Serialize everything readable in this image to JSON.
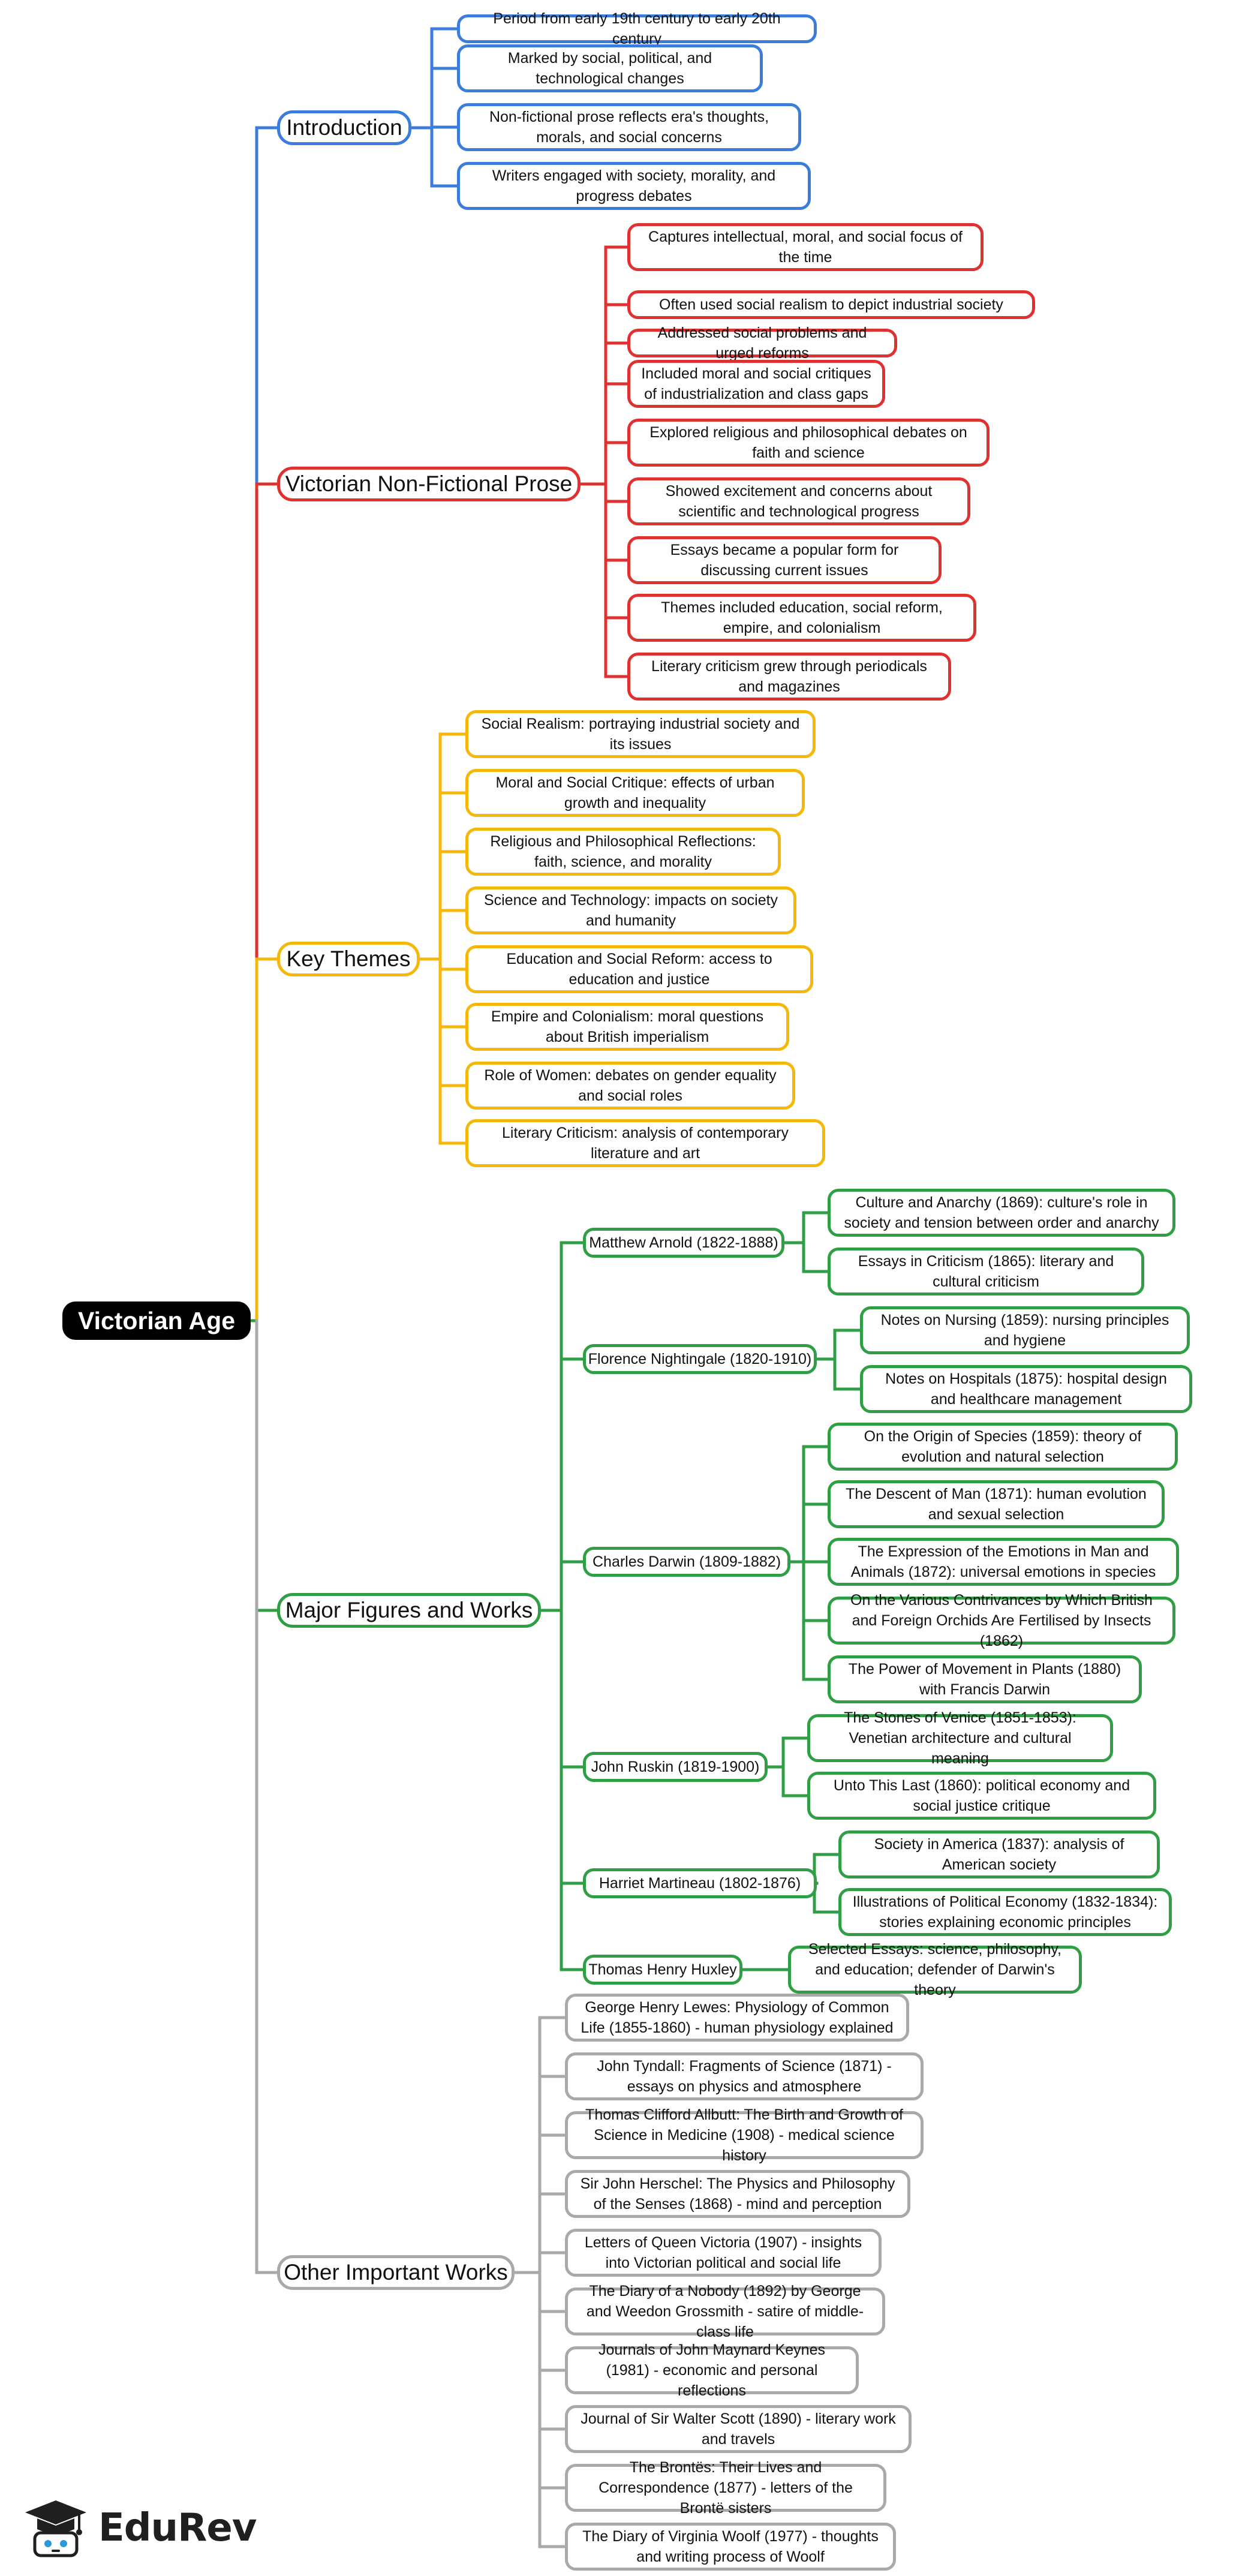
{
  "root": "Victorian Age",
  "colors": {
    "blue": "#3b7ddd",
    "red": "#e03131",
    "yellow": "#f5b70a",
    "green": "#2f9e44",
    "gray": "#a9a9a9"
  },
  "branches": [
    {
      "label": "Introduction",
      "color": "blue",
      "items": [
        "Period from early 19th century to early 20th century",
        "Marked by social, political, and technological changes",
        "Non-fictional prose reflects era's thoughts, morals, and social concerns",
        "Writers engaged with society, morality, and progress debates"
      ]
    },
    {
      "label": "Victorian Non-Fictional Prose",
      "color": "red",
      "items": [
        "Captures intellectual, moral, and social focus of the time",
        "Often used social realism to depict industrial society",
        "Addressed social problems and urged reforms",
        "Included moral and social critiques of industrialization and class gaps",
        "Explored religious and philosophical debates on faith and science",
        "Showed excitement and concerns about scientific and technological progress",
        "Essays became a popular form for discussing current issues",
        "Themes included education, social reform, empire, and colonialism",
        "Literary criticism grew through periodicals and magazines"
      ]
    },
    {
      "label": "Key Themes",
      "color": "yellow",
      "items": [
        "Social Realism: portraying industrial society and its issues",
        "Moral and Social Critique: effects of urban growth and inequality",
        "Religious and Philosophical Reflections: faith, science, and morality",
        "Science and Technology: impacts on society and humanity",
        "Education and Social Reform: access to education and justice",
        "Empire and Colonialism: moral questions about British imperialism",
        "Role of Women: debates on gender equality and social roles",
        "Literary Criticism: analysis of contemporary literature and art"
      ]
    },
    {
      "label": "Major Figures and Works",
      "color": "green",
      "people": [
        {
          "name": "Matthew Arnold (1822-1888)",
          "works": [
            "Culture and Anarchy (1869): culture's role in society and tension between order and anarchy",
            "Essays in Criticism (1865): literary and cultural criticism"
          ]
        },
        {
          "name": "Florence Nightingale (1820-1910)",
          "works": [
            "Notes on Nursing (1859): nursing principles and hygiene",
            "Notes on Hospitals (1875): hospital design and healthcare management"
          ]
        },
        {
          "name": "Charles Darwin (1809-1882)",
          "works": [
            "On the Origin of Species (1859): theory of evolution and natural selection",
            "The Descent of Man (1871): human evolution and sexual selection",
            "The Expression of the Emotions in Man and Animals (1872): universal emotions in species",
            "On the Various Contrivances by Which British and Foreign Orchids Are Fertilised by Insects (1862)",
            "The Power of Movement in Plants (1880) with Francis Darwin"
          ]
        },
        {
          "name": "John Ruskin (1819-1900)",
          "works": [
            "The Stones of Venice (1851-1853): Venetian architecture and cultural meaning",
            "Unto This Last (1860): political economy and social justice critique"
          ]
        },
        {
          "name": "Harriet Martineau (1802-1876)",
          "works": [
            "Society in America (1837): analysis of American society",
            "Illustrations of Political Economy (1832-1834): stories explaining economic principles"
          ]
        },
        {
          "name": "Thomas Henry Huxley",
          "works": [
            "Selected Essays: science, philosophy, and education; defender of Darwin's theory"
          ]
        }
      ]
    },
    {
      "label": "Other Important Works",
      "color": "gray",
      "items": [
        "George Henry Lewes: Physiology of Common Life (1855-1860) - human physiology explained",
        "John Tyndall: Fragments of Science (1871) - essays on physics and atmosphere",
        "Thomas Clifford Allbutt: The Birth and Growth of Science in Medicine (1908) - medical science history",
        "Sir John Herschel: The Physics and Philosophy of the Senses (1868) - mind and perception",
        "Letters of Queen Victoria (1907) - insights into Victorian political and social life",
        "The Diary of a Nobody (1892) by George and Weedon Grossmith - satire of middle-class life",
        "Journals of John Maynard Keynes (1981) - economic and personal reflections",
        "Journal of Sir Walter Scott (1890) - literary work and travels",
        "The Brontës: Their Lives and Correspondence (1877) - letters of the Brontë sisters",
        "The Diary of Virginia Woolf (1977) - thoughts and writing process of Woolf"
      ]
    }
  ],
  "brand": {
    "name": "EduRev",
    "icon": "graduation-cap-mascot-icon"
  }
}
